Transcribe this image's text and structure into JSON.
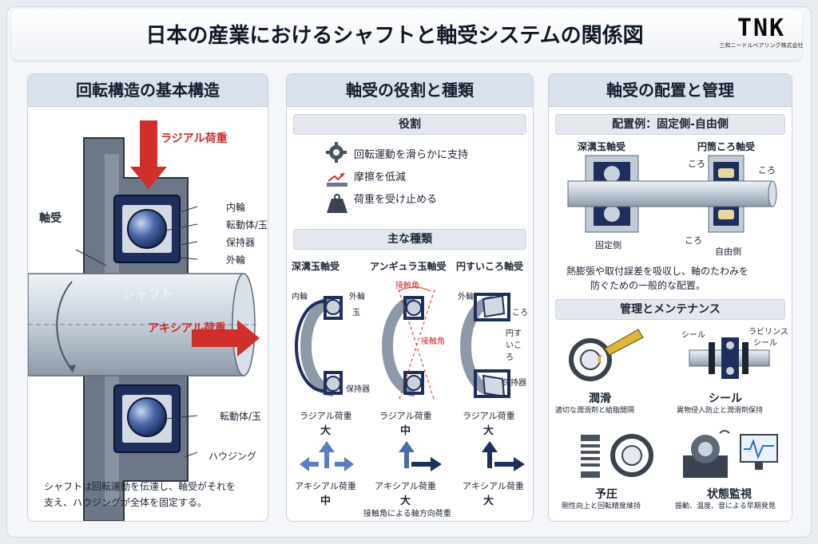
{
  "title": "日本の産業におけるシャフトと軸受システムの関係図",
  "logo": {
    "name": "TNK",
    "subtitle": "三和ニードルベアリング株式会社"
  },
  "colors": {
    "navy": "#1e2f5c",
    "red": "#d0302c",
    "steel": "#b9c3cf",
    "housing": "#6b7585",
    "panel_header": "#d9e1ec"
  },
  "left": {
    "heading": "回転構造の基本構造",
    "radial_load": "ラジアル荷重",
    "axial_load": "アキシアル荷重",
    "shaft": "シャフト",
    "bearing_label": "軸受",
    "inner_ring": "内輪",
    "rolling_element": "転動体/玉",
    "cage": "保持器",
    "outer_ring": "外輪",
    "rolling_element_2": "転動体/玉",
    "housing": "ハウジング",
    "caption_1": "シャフトは回転運動を伝達し、軸受がそれを",
    "caption_2": "支え、ハウジングが全体を固定する。"
  },
  "middle": {
    "heading": "軸受の役割と種類",
    "roles_heading": "役割",
    "roles": [
      {
        "icon": "gear-icon",
        "text": "回転運動を滑らかに支持"
      },
      {
        "icon": "friction-icon",
        "text": "摩擦を低減"
      },
      {
        "icon": "weight-icon",
        "text": "荷重を受け止める"
      }
    ],
    "types_heading": "主な種類",
    "types": [
      {
        "name": "深溝玉軸受",
        "labels": [
          "内輪",
          "外輪",
          "玉",
          "保持器"
        ],
        "radial_label": "ラジアル荷重",
        "radial": "大",
        "axial_label": "アキシアル荷重",
        "axial": "中",
        "note": ""
      },
      {
        "name": "アンギュラ玉軸受",
        "labels": [
          "接触角",
          "接触角"
        ],
        "radial_label": "ラジアル荷重",
        "radial": "中",
        "axial_label": "アキシアル荷重",
        "axial": "大",
        "note": "接触角による軸方向荷重"
      },
      {
        "name": "円すいころ軸受",
        "labels": [
          "外輪",
          "ころ",
          "円すいころ",
          "保持器"
        ],
        "radial_label": "ラジアル荷重",
        "radial": "大",
        "axial_label": "アキシアル荷重",
        "axial": "大",
        "note": ""
      }
    ]
  },
  "right": {
    "heading": "軸受の配置と管理",
    "layout_heading": "配置例：固定側-自由側",
    "ball_bearing": "深溝玉軸受",
    "roller_bearing": "円筒ころ軸受",
    "roller": "ころ",
    "fixed_side": "固定側",
    "free_side": "自由側",
    "layout_desc_1": "熱膨張や取付誤差を吸収し、軸のたわみを",
    "layout_desc_2": "防ぐための一般的な配置。",
    "mgmt_heading": "管理とメンテナンス",
    "items": [
      {
        "title": "潤滑",
        "desc": "適切な潤滑剤と給脂間隔"
      },
      {
        "title": "シール",
        "desc": "異物侵入防止と潤滑剤保持",
        "label_a": "シール",
        "label_b": "ラビリンス",
        "label_c": "シール"
      },
      {
        "title": "予圧",
        "desc": "剛性向上と回転精度維持"
      },
      {
        "title": "状態監視",
        "desc": "振動、温度、音による早期発見"
      }
    ]
  }
}
